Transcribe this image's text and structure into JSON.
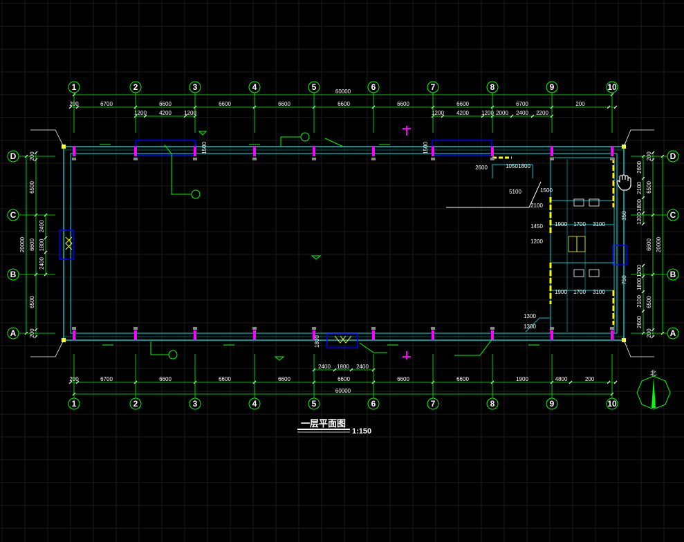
{
  "drawing": {
    "title": "一层平面图",
    "scale": "1:150",
    "north_label": "北"
  },
  "axes": {
    "columns": [
      "1",
      "2",
      "3",
      "4",
      "5",
      "6",
      "7",
      "8",
      "9",
      "10"
    ],
    "rows": [
      "D",
      "C",
      "B",
      "A"
    ]
  },
  "dimensions": {
    "top_total": "60000",
    "top_spans": [
      "200",
      "6700",
      "6600",
      "6600",
      "6600",
      "6600",
      "6600",
      "6600",
      "6700",
      "200"
    ],
    "top_openings_left": [
      "1200",
      "4200",
      "1200"
    ],
    "top_openings_right": [
      "1200",
      "4200",
      "1200",
      "2000",
      "2400",
      "2200"
    ],
    "bottom_total": "60000",
    "bottom_spans": [
      "200",
      "6700",
      "6600",
      "6600",
      "6600",
      "6600",
      "6600",
      "6600",
      "1900",
      "4800",
      "200"
    ],
    "bottom_openings": [
      "2400",
      "1800",
      "2400"
    ],
    "left_total": "20000",
    "left_spans": [
      "200",
      "6500",
      "6600",
      "6500",
      "200"
    ],
    "left_inner": [
      "2400",
      "1800",
      "2400"
    ],
    "right_total": "20000",
    "right_spans": [
      "200",
      "6500",
      "6600",
      "6500",
      "200"
    ],
    "right_detail_top": [
      "2600",
      "2100",
      "1800",
      "1200"
    ],
    "right_detail_bottom": [
      "1200",
      "1800",
      "2100",
      "2600"
    ],
    "room_dims": [
      "5100",
      "2600",
      "1050",
      "1800",
      "1900",
      "1700",
      "3100",
      "1900",
      "1700",
      "3100",
      "1300",
      "1300",
      "2100",
      "1450",
      "1200",
      "1500"
    ],
    "misc": [
      "1500",
      "1500",
      "1800",
      "350",
      "750"
    ]
  },
  "colors": {
    "background": "#000000",
    "grid": "#1c1c1c",
    "dimension_lines": "#00ff00",
    "walls": "#00c8c8",
    "windows": "#0000ff",
    "columns": "#ff00ff",
    "highlights": "#ffff00",
    "text": "#ffffff"
  },
  "cursor": "hand-cursor-icon"
}
